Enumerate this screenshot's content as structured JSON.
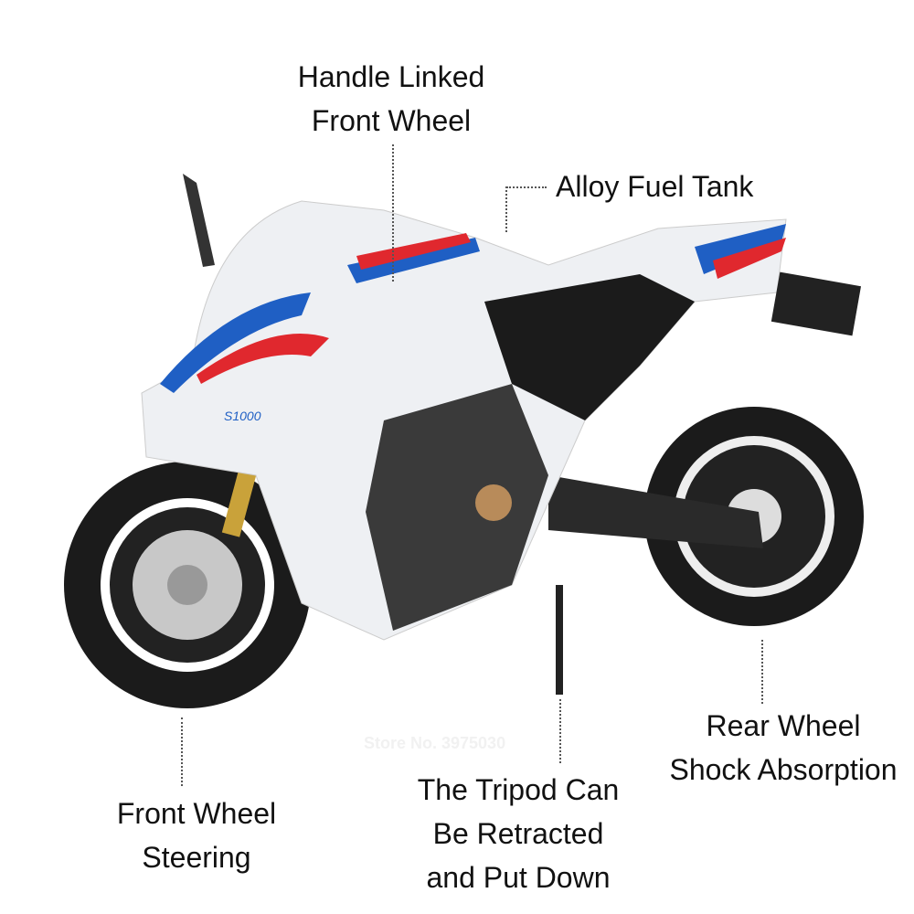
{
  "callouts": {
    "handle": [
      "Handle Linked",
      "Front Wheel"
    ],
    "tank": [
      "Alloy Fuel Tank"
    ],
    "steering": [
      "Front Wheel",
      "Steering"
    ],
    "tripod": [
      "The Tripod Can",
      "Be Retracted",
      "and Put Down"
    ],
    "rear": [
      "Rear Wheel",
      "Shock Absorption"
    ]
  },
  "bike_badge": "S1000",
  "watermark": "Store No. 3975030",
  "colors": {
    "blue": "#1f5fc4",
    "red": "#e0282e",
    "white": "#eef0f3",
    "black": "#1b1b1b",
    "gold": "#c9a23a"
  }
}
